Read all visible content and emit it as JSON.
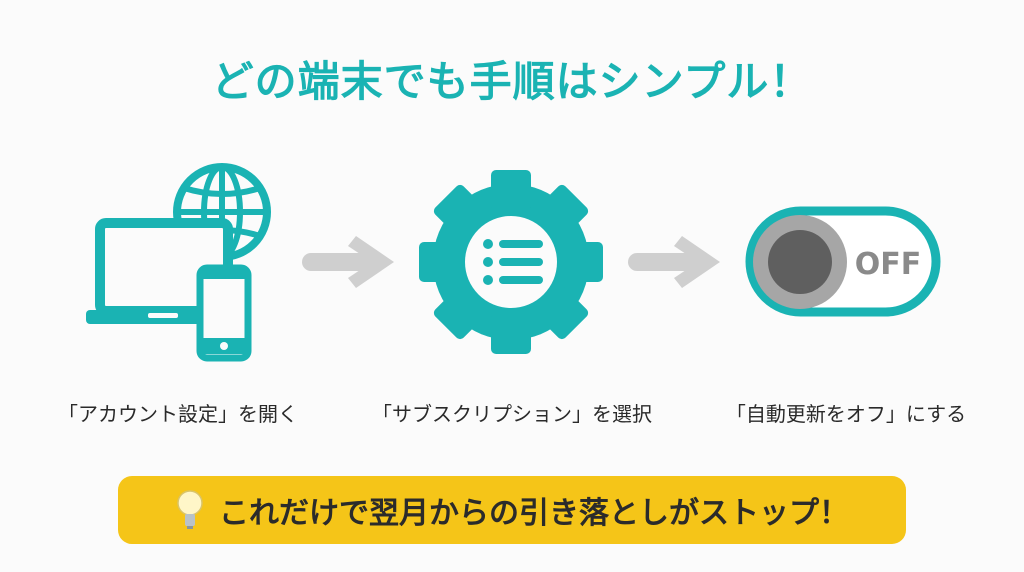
{
  "title": "どの端末でも手順はシンプル！",
  "steps": [
    {
      "label": "「アカウント設定」を開く",
      "icon": "devices-globe-icon"
    },
    {
      "label": "「サブスクリプション」を選択",
      "icon": "gear-list-icon"
    },
    {
      "label": "「自動更新をオフ」にする",
      "icon": "toggle-off-icon",
      "toggle_text": "OFF"
    }
  ],
  "banner": {
    "text": "これだけで翌月からの引き落としがストップ！",
    "icon": "lightbulb-icon"
  },
  "colors": {
    "accent": "#1ab3b3",
    "banner": "#f5c518",
    "arrow": "#cfcfcf"
  }
}
